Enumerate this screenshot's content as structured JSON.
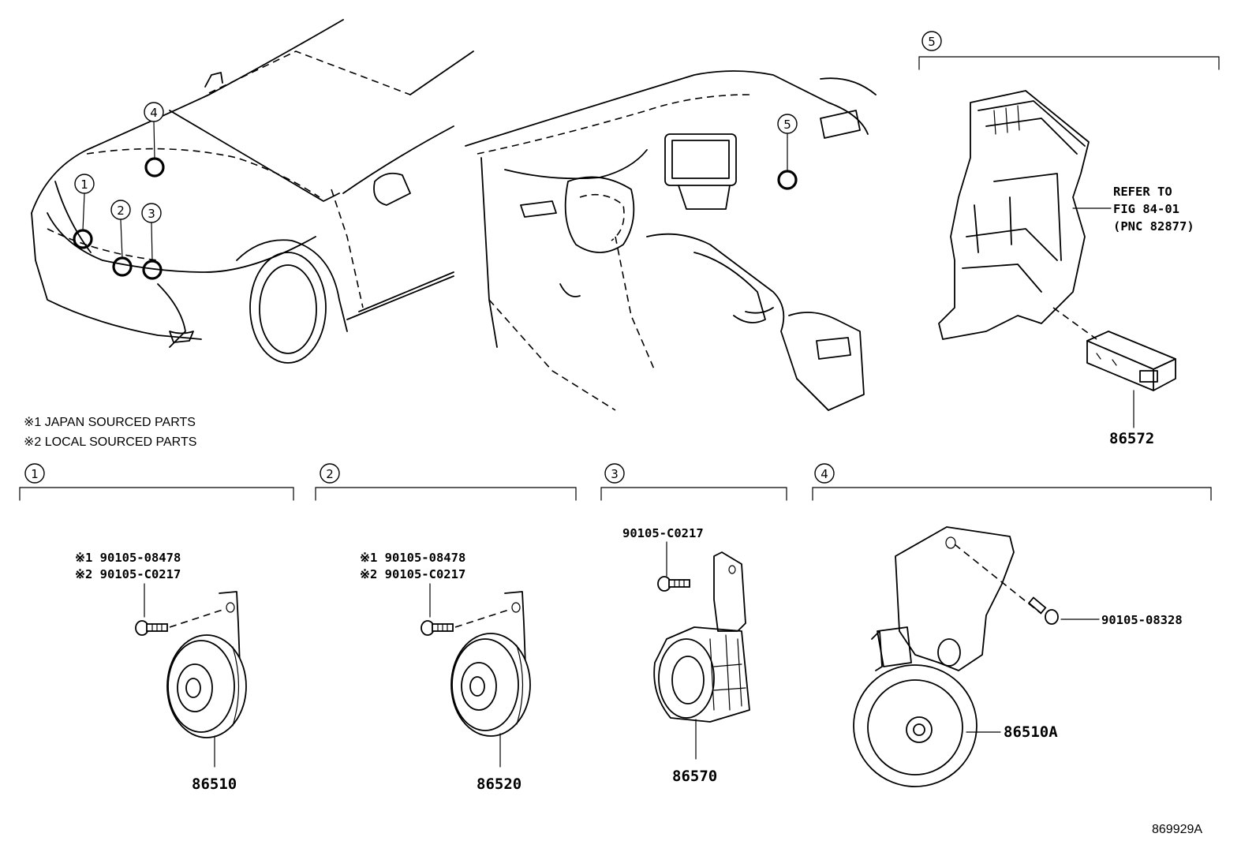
{
  "notes": {
    "japan": "※1 JAPAN SOURCED PARTS",
    "local": "※2 LOCAL SOURCED PARTS"
  },
  "callouts": [
    "1",
    "2",
    "3",
    "4",
    "5"
  ],
  "sections": {
    "s1": {
      "number": "1",
      "bolt_line1": "※1 90105-08478",
      "bolt_line2": "※2 90105-C0217",
      "part": "86510"
    },
    "s2": {
      "number": "2",
      "bolt_line1": "※1 90105-08478",
      "bolt_line2": "※2 90105-C0217",
      "part": "86520"
    },
    "s3": {
      "number": "3",
      "bolt": "90105-C0217",
      "part": "86570"
    },
    "s4": {
      "number": "4",
      "bolt": "90105-08328",
      "part": "86510A"
    },
    "s5": {
      "number": "5",
      "refer_line1": "REFER TO",
      "refer_line2": "FIG 84-01",
      "refer_line3": "(PNC 82877)",
      "part": "86572"
    }
  },
  "figure_code": "869929A"
}
